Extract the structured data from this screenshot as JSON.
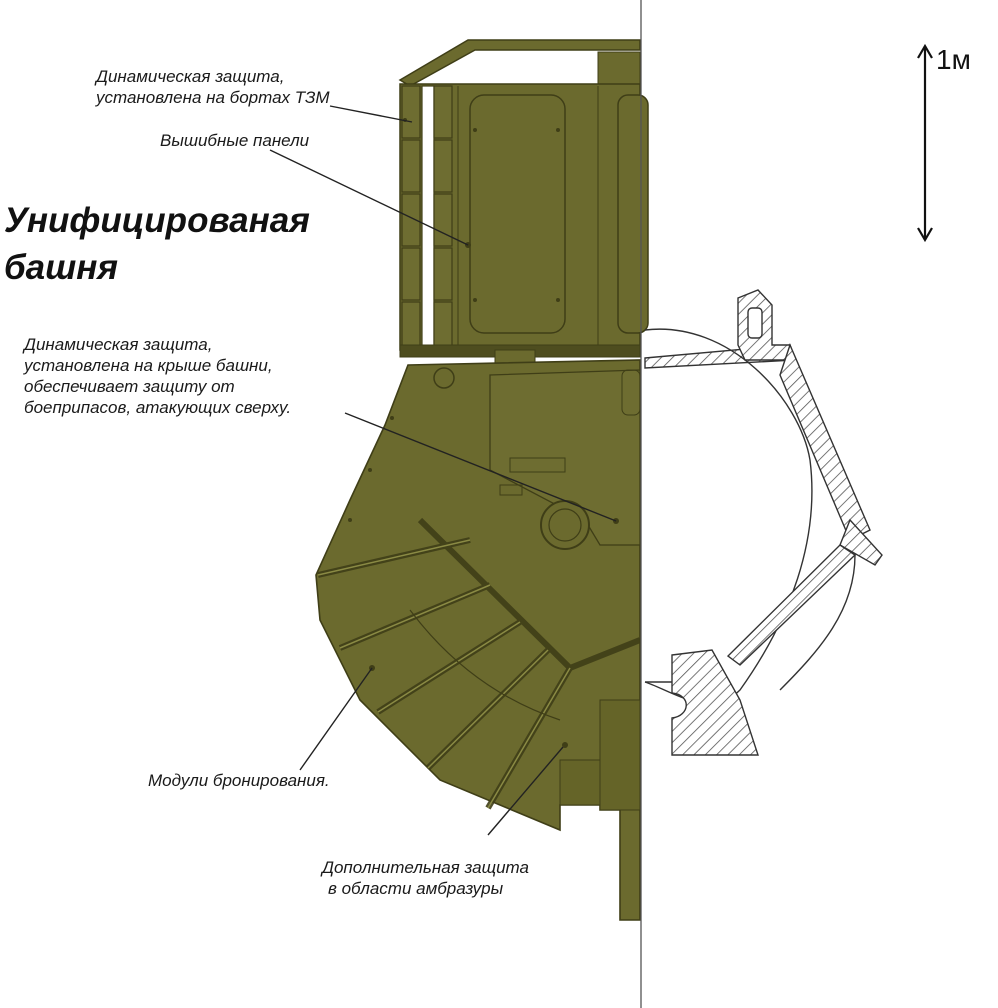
{
  "title": {
    "line1": "Унифицированая",
    "line2": "башня"
  },
  "scale": {
    "label": "1м"
  },
  "labels": {
    "era_side": [
      "Динамическая защита,",
      "установлена на бортах ТЗМ"
    ],
    "blowout_panels": [
      "Вышибные панели"
    ],
    "era_roof": [
      "Динамическая защита,",
      "установлена на крыше башни,",
      "обеспечивает  защиту от",
      "боеприпасов, атакующих сверху."
    ],
    "armor_modules": [
      "Модули бронирования."
    ],
    "embrasure": [
      "Дополнительная защита",
      "в области амбразуры"
    ]
  },
  "colors": {
    "armor_fill": "#6b6a2e",
    "armor_stroke": "#3f3e17",
    "line": "#222222",
    "hatch": "#555555"
  }
}
